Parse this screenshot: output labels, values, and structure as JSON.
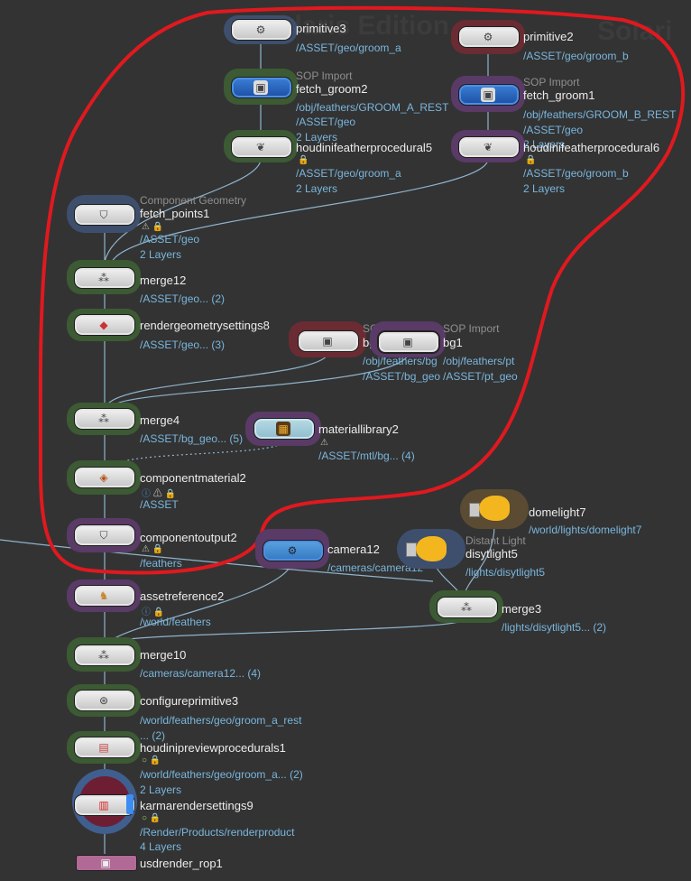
{
  "watermark": {
    "left": "Solaris Edition",
    "right": "Solari"
  },
  "colors": {
    "annotation": "#e0191f",
    "wire": "#8fb3cc",
    "path_text": "#79b6dd"
  },
  "nodes": {
    "primitive3": {
      "name": "primitive3",
      "path": "/ASSET/geo/groom_a"
    },
    "primitive2": {
      "name": "primitive2",
      "path": "/ASSET/geo/groom_b"
    },
    "fetch_groom2": {
      "type": "SOP Import",
      "name": "fetch_groom2",
      "path1": "/obj/feathers/GROOM_A_REST",
      "path2": "/ASSET/geo",
      "layers": "2 Layers"
    },
    "fetch_groom1": {
      "type": "SOP Import",
      "name": "fetch_groom1",
      "path1": "/obj/feathers/GROOM_B_REST",
      "path2": "/ASSET/geo",
      "layers": "2 Layers"
    },
    "houdinifeatherprocedural5": {
      "name": "houdinifeatherprocedural5",
      "path": "/ASSET/geo/groom_a",
      "layers": "2 Layers"
    },
    "houdinifeatherprocedural6": {
      "name": "houdinifeatherprocedural6",
      "path": "/ASSET/geo/groom_b",
      "layers": "2 Layers"
    },
    "fetch_points1": {
      "type": "Component Geometry",
      "name": "fetch_points1",
      "path": "/ASSET/geo",
      "layers": "2 Layers"
    },
    "merge12": {
      "name": "merge12",
      "path": "/ASSET/geo... (2)"
    },
    "rendergeometrysettings8": {
      "name": "rendergeometrysettings8",
      "path": "/ASSET/geo... (3)"
    },
    "bg": {
      "type": "SOP Import",
      "name": "bg",
      "path1": "/obj/feathers/bg",
      "path2": "/ASSET/bg_geo"
    },
    "bg1": {
      "type": "SOP Import",
      "name": "bg1",
      "path1": "/obj/feathers/pt",
      "path2": "/ASSET/pt_geo"
    },
    "merge4": {
      "name": "merge4",
      "path": "/ASSET/bg_geo... (5)"
    },
    "materiallibrary2": {
      "name": "materiallibrary2",
      "path": "/ASSET/mtl/bg... (4)"
    },
    "componentmaterial2": {
      "name": "componentmaterial2",
      "path": "/ASSET"
    },
    "componentoutput2": {
      "name": "componentoutput2",
      "path": "/feathers"
    },
    "camera12": {
      "name": "camera12",
      "path": "/cameras/camera12"
    },
    "domelight7": {
      "name": "domelight7",
      "path": "/world/lights/domelight7"
    },
    "disytlight5": {
      "type": "Distant Light",
      "name": "disytlight5",
      "path": "/lights/disytlight5"
    },
    "assetreference2": {
      "name": "assetreference2",
      "path": "/world/feathers"
    },
    "merge3": {
      "name": "merge3",
      "path": "/lights/disytlight5... (2)"
    },
    "merge10": {
      "name": "merge10",
      "path": "/cameras/camera12... (4)"
    },
    "configureprimitive3": {
      "name": "configureprimitive3",
      "path1": "/world/feathers/geo/groom_a_rest",
      "path2": "... (2)"
    },
    "houdinipreviewprocedurals1": {
      "name": "houdinipreviewprocedurals1",
      "path": "/world/feathers/geo/groom_a... (2)",
      "layers": "2 Layers"
    },
    "karmarendersettings9": {
      "name": "karmarendersettings9",
      "path": "/Render/Products/renderproduct",
      "layers": "4 Layers"
    },
    "usdrender_rop1": {
      "name": "usdrender_rop1"
    }
  }
}
